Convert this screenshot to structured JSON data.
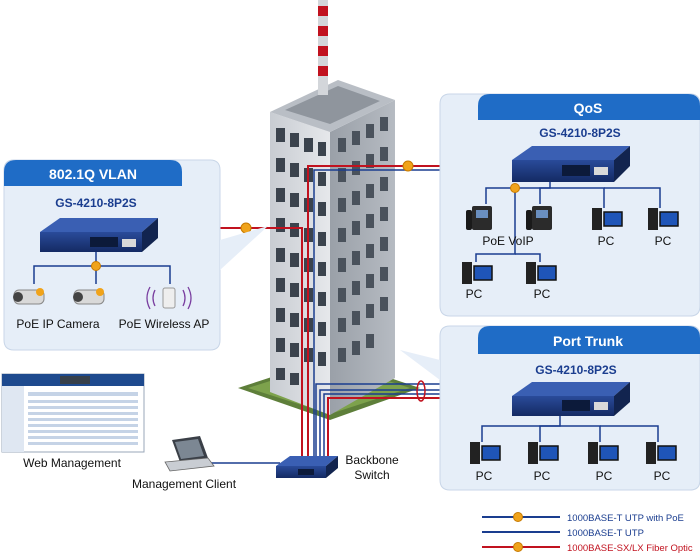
{
  "vlan_panel": {
    "title": "802.1Q VLAN",
    "model": "GS-4210-8P2S",
    "devices": [
      "PoE IP Camera",
      "PoE Wireless AP"
    ]
  },
  "qos_panel": {
    "title": "QoS",
    "model": "GS-4210-8P2S",
    "devices": [
      "PoE VoIP",
      "PC",
      "PC",
      "PC",
      "PC"
    ]
  },
  "trunk_panel": {
    "title": "Port Trunk",
    "model": "GS-4210-8P2S",
    "devices": [
      "PC",
      "PC",
      "PC",
      "PC"
    ]
  },
  "management": {
    "web": "Web Management",
    "client": "Management Client",
    "backbone": "Backbone\nSwitch"
  },
  "legend": {
    "items": [
      {
        "label": "1000BASE-T UTP with PoE",
        "color": "#1a3d8f",
        "badge": true
      },
      {
        "label": "1000BASE-T UTP",
        "color": "#1a3d8f",
        "badge": false
      },
      {
        "label": "1000BASE-SX/LX Fiber Optic",
        "color": "#c1121f",
        "badge": true
      }
    ]
  },
  "colors": {
    "panel_header": "#1f6cc6",
    "panel_bg": "#e6eef8",
    "utp": "#1a3d8f",
    "fiber": "#c1121f",
    "poe_badge": "#f0a31a"
  }
}
